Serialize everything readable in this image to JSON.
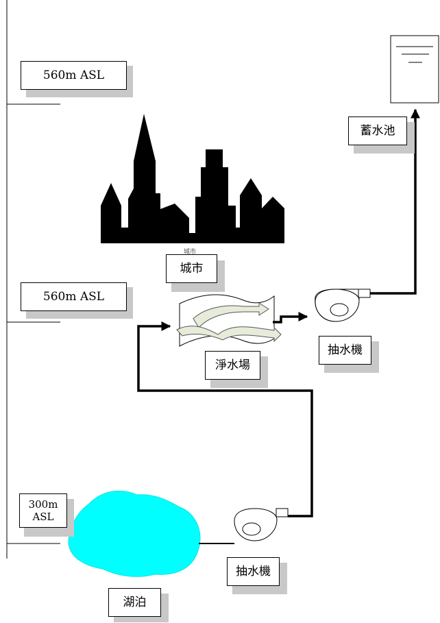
{
  "levels": {
    "top": "560m ASL",
    "middle": "560m ASL",
    "bottom": "300m ASL"
  },
  "labels": {
    "reservoir": "蓄水池",
    "city": "城市",
    "city_caption": "城市",
    "treatment_plant": "淨水場",
    "pump_upper": "抽水機",
    "pump_lower": "抽水機",
    "lake": "湖泊"
  },
  "colors": {
    "lake": "#00ffff",
    "city": "#000000",
    "arrow_fill": "#e6ecd9",
    "label_shadow": "#c8c8c8"
  }
}
